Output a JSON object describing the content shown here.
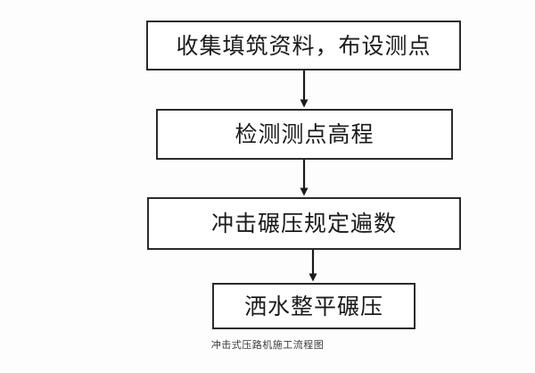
{
  "figure": {
    "title": "冲击式压路机施工流程图",
    "caption": "冲击式压路机施工流程图",
    "background_color": "#fdfdfd",
    "border_color": "#2b2b2b",
    "text_color": "#1b1b1b",
    "arrow_color": "#1b1b1b"
  },
  "flowchart": {
    "type": "vertical-linear-process",
    "step_count": 4,
    "steps": [
      {
        "id": "step-1",
        "order": "1",
        "label": "收集填筑资料，布设测点"
      },
      {
        "id": "step-2",
        "order": "2",
        "label": "检测测点高程"
      },
      {
        "id": "step-3",
        "order": "3",
        "label": "冲击碾压规定遍数"
      },
      {
        "id": "step-4",
        "order": "4",
        "label": "洒水整平碾压"
      }
    ],
    "connectors": [
      {
        "id": "arrow-1",
        "from": "step-1",
        "to": "step-2",
        "shape": "down-arrow"
      },
      {
        "id": "arrow-2",
        "from": "step-2",
        "to": "step-3",
        "shape": "down-arrow"
      },
      {
        "id": "arrow-3",
        "from": "step-3",
        "to": "step-4",
        "shape": "down-arrow"
      }
    ]
  }
}
